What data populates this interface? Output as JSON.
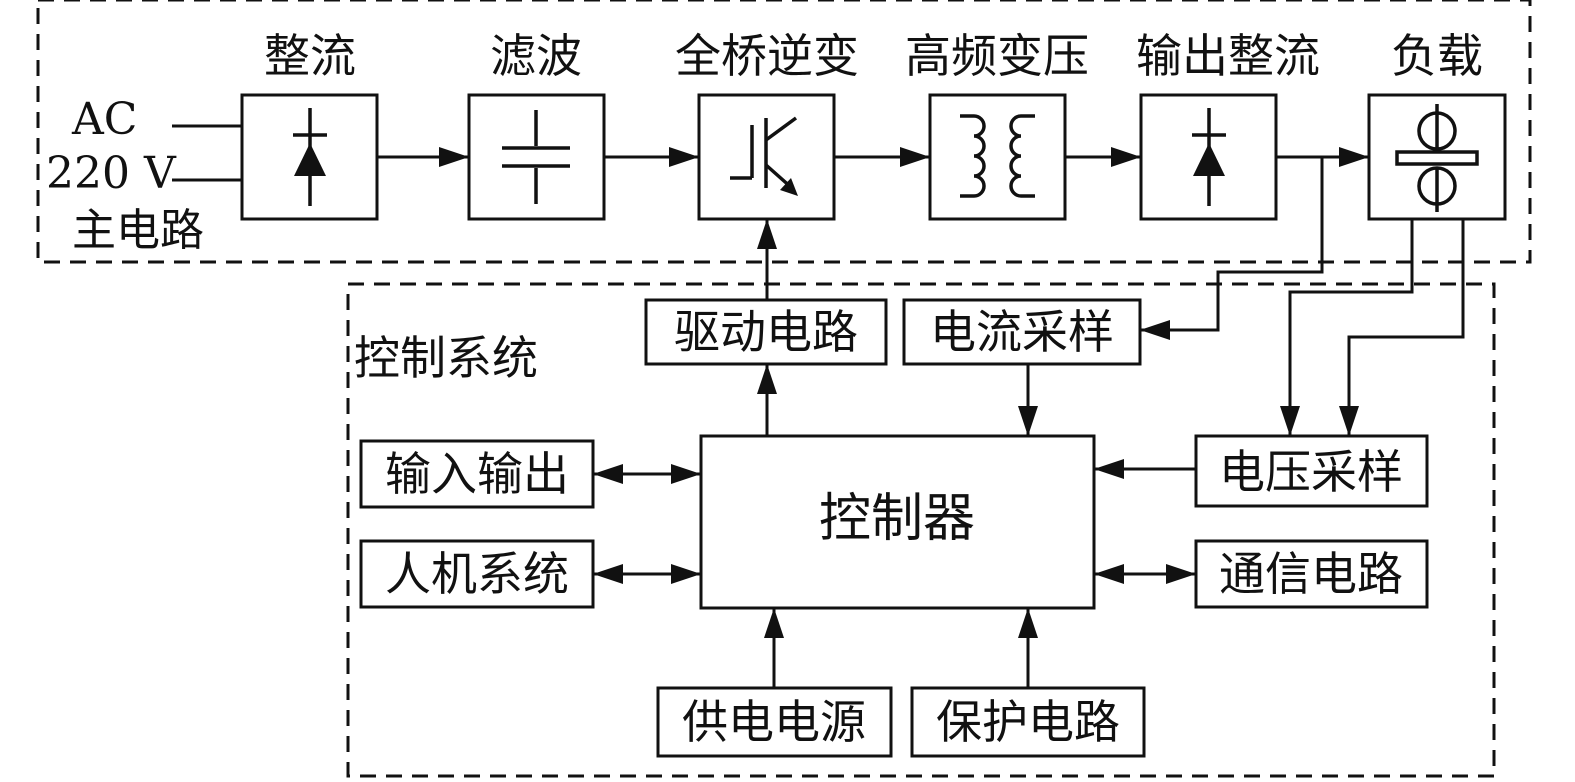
{
  "main_circuit": {
    "section_label": "主电路",
    "input_label_ac": "AC",
    "input_label_voltage": "220 V",
    "stages": [
      {
        "label": "整流",
        "icon": "diode-rectifier-icon"
      },
      {
        "label": "滤波",
        "icon": "capacitor-icon"
      },
      {
        "label": "全桥逆变",
        "icon": "igbt-transistor-icon"
      },
      {
        "label": "高频变压",
        "icon": "transformer-icon"
      },
      {
        "label": "输出整流",
        "icon": "diode-rectifier-icon"
      },
      {
        "label": "负载",
        "icon": "welding-load-icon"
      }
    ]
  },
  "control_system": {
    "section_label": "控制系统",
    "controller": "控制器",
    "drive_circuit": "驱动电路",
    "current_sampling": "电流采样",
    "voltage_sampling": "电压采样",
    "io": "输入输出",
    "hmi": "人机系统",
    "communication": "通信电路",
    "power_supply": "供电电源",
    "protection": "保护电路"
  }
}
